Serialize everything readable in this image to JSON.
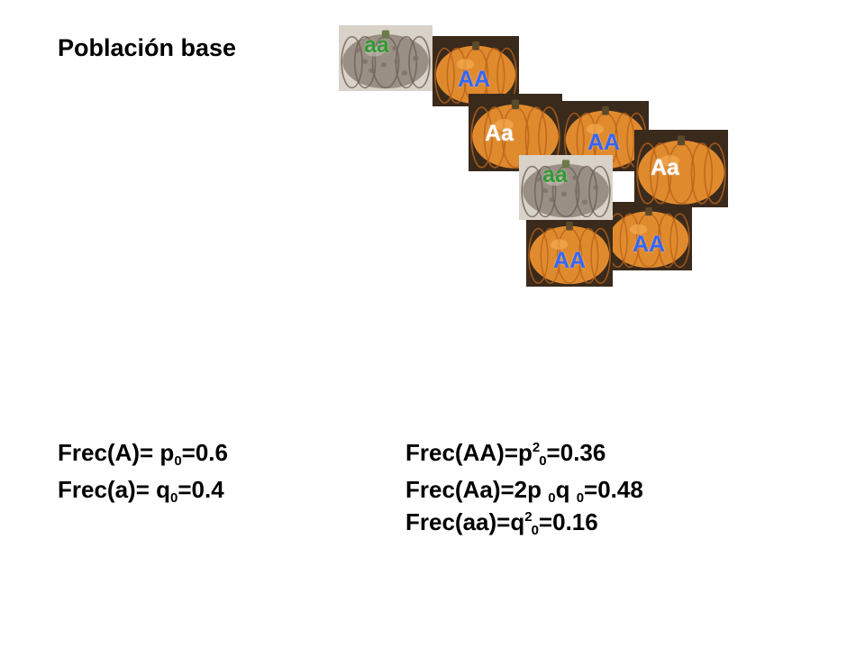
{
  "title": "Población base",
  "colors": {
    "dominant": "#3366ff",
    "recessive": "#339933",
    "heterozygous": "#ffffff"
  },
  "pumpkins": [
    {
      "label": "aa",
      "kind": "warty",
      "color": "recessive"
    },
    {
      "label": "AA",
      "kind": "orange",
      "color": "dominant"
    },
    {
      "label": "Aa",
      "kind": "orange",
      "color": "heterozygous"
    },
    {
      "label": "AA",
      "kind": "orange",
      "color": "dominant"
    },
    {
      "label": "Aa",
      "kind": "orange",
      "color": "heterozygous"
    },
    {
      "label": "aa",
      "kind": "warty",
      "color": "recessive"
    },
    {
      "label": "AA",
      "kind": "orange",
      "color": "dominant"
    },
    {
      "label": "AA",
      "kind": "orange",
      "color": "dominant"
    }
  ],
  "allele_freqs": [
    {
      "prefix": "Frec(A)= p",
      "sub": "0",
      "suffix": "=0.6"
    },
    {
      "prefix": "Frec(a)= q",
      "sub": "0",
      "suffix": "=0.4"
    }
  ],
  "genotype_freqs": {
    "AA": {
      "prefix": "Frec(AA)=p",
      "sup": "2",
      "sub": "0",
      "suffix": "=0.36"
    },
    "Aa": {
      "prefix": "Frec(Aa)=2p ",
      "sub1": "0",
      "mid": "q ",
      "sub2": "0",
      "suffix": "=0.48"
    },
    "aa": {
      "prefix": "Frec(aa)=q",
      "sup": "2",
      "sub": "0",
      "suffix": "=0.16"
    }
  }
}
